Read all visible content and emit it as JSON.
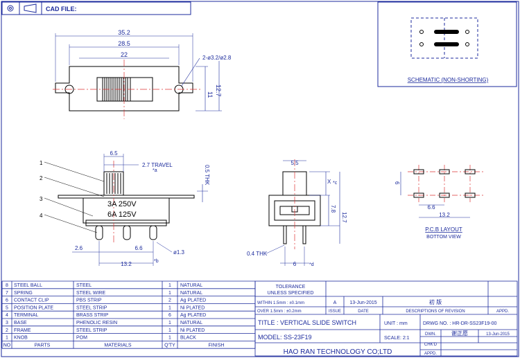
{
  "header": {
    "cad_file_label": "CAD FILE:"
  },
  "schematic": {
    "label": "SCHEMATIC (NON-SHORTING)"
  },
  "top_view": {
    "dim_overall": "35.2",
    "dim_holes": "28.5",
    "dim_body": "22",
    "dim_hole_note": "2-ø3.2/ø2.8",
    "dim_inner_h": "11",
    "dim_outer_h": "12.7"
  },
  "front_view": {
    "callouts": [
      "1",
      "2",
      "3",
      "4"
    ],
    "dim_knob": "6.5",
    "dim_travel": "2.7 TRAVEL",
    "travel_note": "*a",
    "dim_thk": "0.5 THK",
    "rating_1": "3A 250V",
    "rating_2": "6A 125V",
    "dim_pitch_left": "2.6",
    "dim_pitch": "6.6",
    "dim_pin_hole": "ø1.3",
    "dim_width": "13.2",
    "width_note": "*b"
  },
  "side_view": {
    "dim_knob": "5.5",
    "dim_x": "X",
    "x_note": "*c",
    "dim_height": "7.8",
    "dim_total": "12.7",
    "dim_thk": "0.4 THK",
    "dim_base": "6",
    "base_note": "*d"
  },
  "pcb": {
    "dim_row": "6",
    "dim_pitch": "6.6",
    "dim_width": "13.2",
    "label_1": "P.C.B LAYOUT",
    "label_2": "BOTTOM VIEW"
  },
  "bom": {
    "header": {
      "no": "NO",
      "parts": "PARTS",
      "materials": "MATERIALS",
      "qty": "Q'TY",
      "finish": "FINISH"
    },
    "rows": [
      {
        "no": "8",
        "part": "STEEL BALL",
        "material": "STEEL",
        "qty": "1",
        "finish": "NATURAL"
      },
      {
        "no": "7",
        "part": "SPRING",
        "material": "STEEL WIRE",
        "qty": "1",
        "finish": "NATURAL"
      },
      {
        "no": "6",
        "part": "CONTACT CLIP",
        "material": "PBS STRIP",
        "qty": "2",
        "finish": "Ag PLATED"
      },
      {
        "no": "5",
        "part": "POSITION PLATE",
        "material": "STEEL STRIP",
        "qty": "1",
        "finish": "Ni PLATED"
      },
      {
        "no": "4",
        "part": "TERMINAL",
        "material": "BRASS STRIP",
        "qty": "6",
        "finish": "Ag PLATED"
      },
      {
        "no": "3",
        "part": "BASE",
        "material": "PHENOLIC RESIN",
        "qty": "1",
        "finish": "NATURAL"
      },
      {
        "no": "2",
        "part": "FRAME",
        "material": "STEEL STRIP",
        "qty": "1",
        "finish": "Ni PLATED"
      },
      {
        "no": "1",
        "part": "KNOB",
        "material": "POM",
        "qty": "1",
        "finish": "BLACK"
      }
    ]
  },
  "title_block": {
    "tolerance_1": "TOLERANCE",
    "tolerance_2": "UNLESS  SPECIFIED",
    "tol_within": "WITHIN 1.5mm : ±0.1mm",
    "tol_over": "OVER 1.5mm : ±0.2mm",
    "rev_issue": "A",
    "rev_date": "13-Jun-2015",
    "rev_desc": "初  版",
    "col_issue": "ISSUE",
    "col_date": "DATE",
    "col_desc": "DESCRIPTIONS OF REVISION",
    "col_appd": "APPD.",
    "title": "TITLE :  VERTICAL SLIDE SWITCH",
    "unit": "UNIT :  mm",
    "drwg": "DRWG NO. : HR-DR-SS23F19-00",
    "model": "MODEL:  SS-23F19",
    "scale": "SCALE:  2:1",
    "dwn_label": "DWN.",
    "dwn_name": "谢正愿",
    "dwn_date": "13-Jun-2015",
    "chkd_label": "CHK'D",
    "appd_label": "APPD.",
    "company": "HAO RAN TECHNOLOGY CO;LTD"
  }
}
